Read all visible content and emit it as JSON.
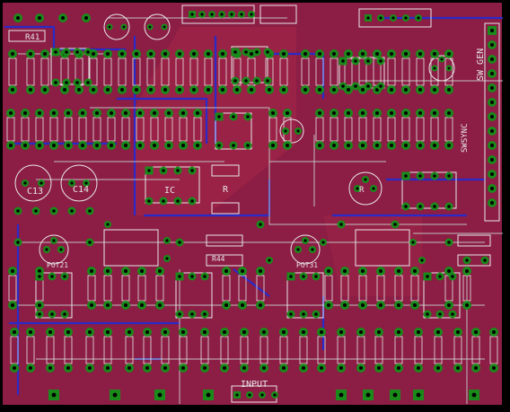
{
  "colors": {
    "board": "#8c1d44",
    "pour": "#a82a4a",
    "blue": "#2a2ac8",
    "copper": "#c0c0c0",
    "pad": "#1a8a1a",
    "drill": "#000000",
    "silk": "#e8e8e8"
  },
  "labels": {
    "r41": "R41",
    "c13": "C13",
    "c14": "C14",
    "ic_mid": "IC",
    "r_mid": "R",
    "rv_mid": "R",
    "sw_gen": "SW GEN",
    "swsync": "SWSYNC",
    "pot31": "POT31",
    "pot21": "POT21",
    "r44": "R44",
    "input": "INPUT"
  }
}
